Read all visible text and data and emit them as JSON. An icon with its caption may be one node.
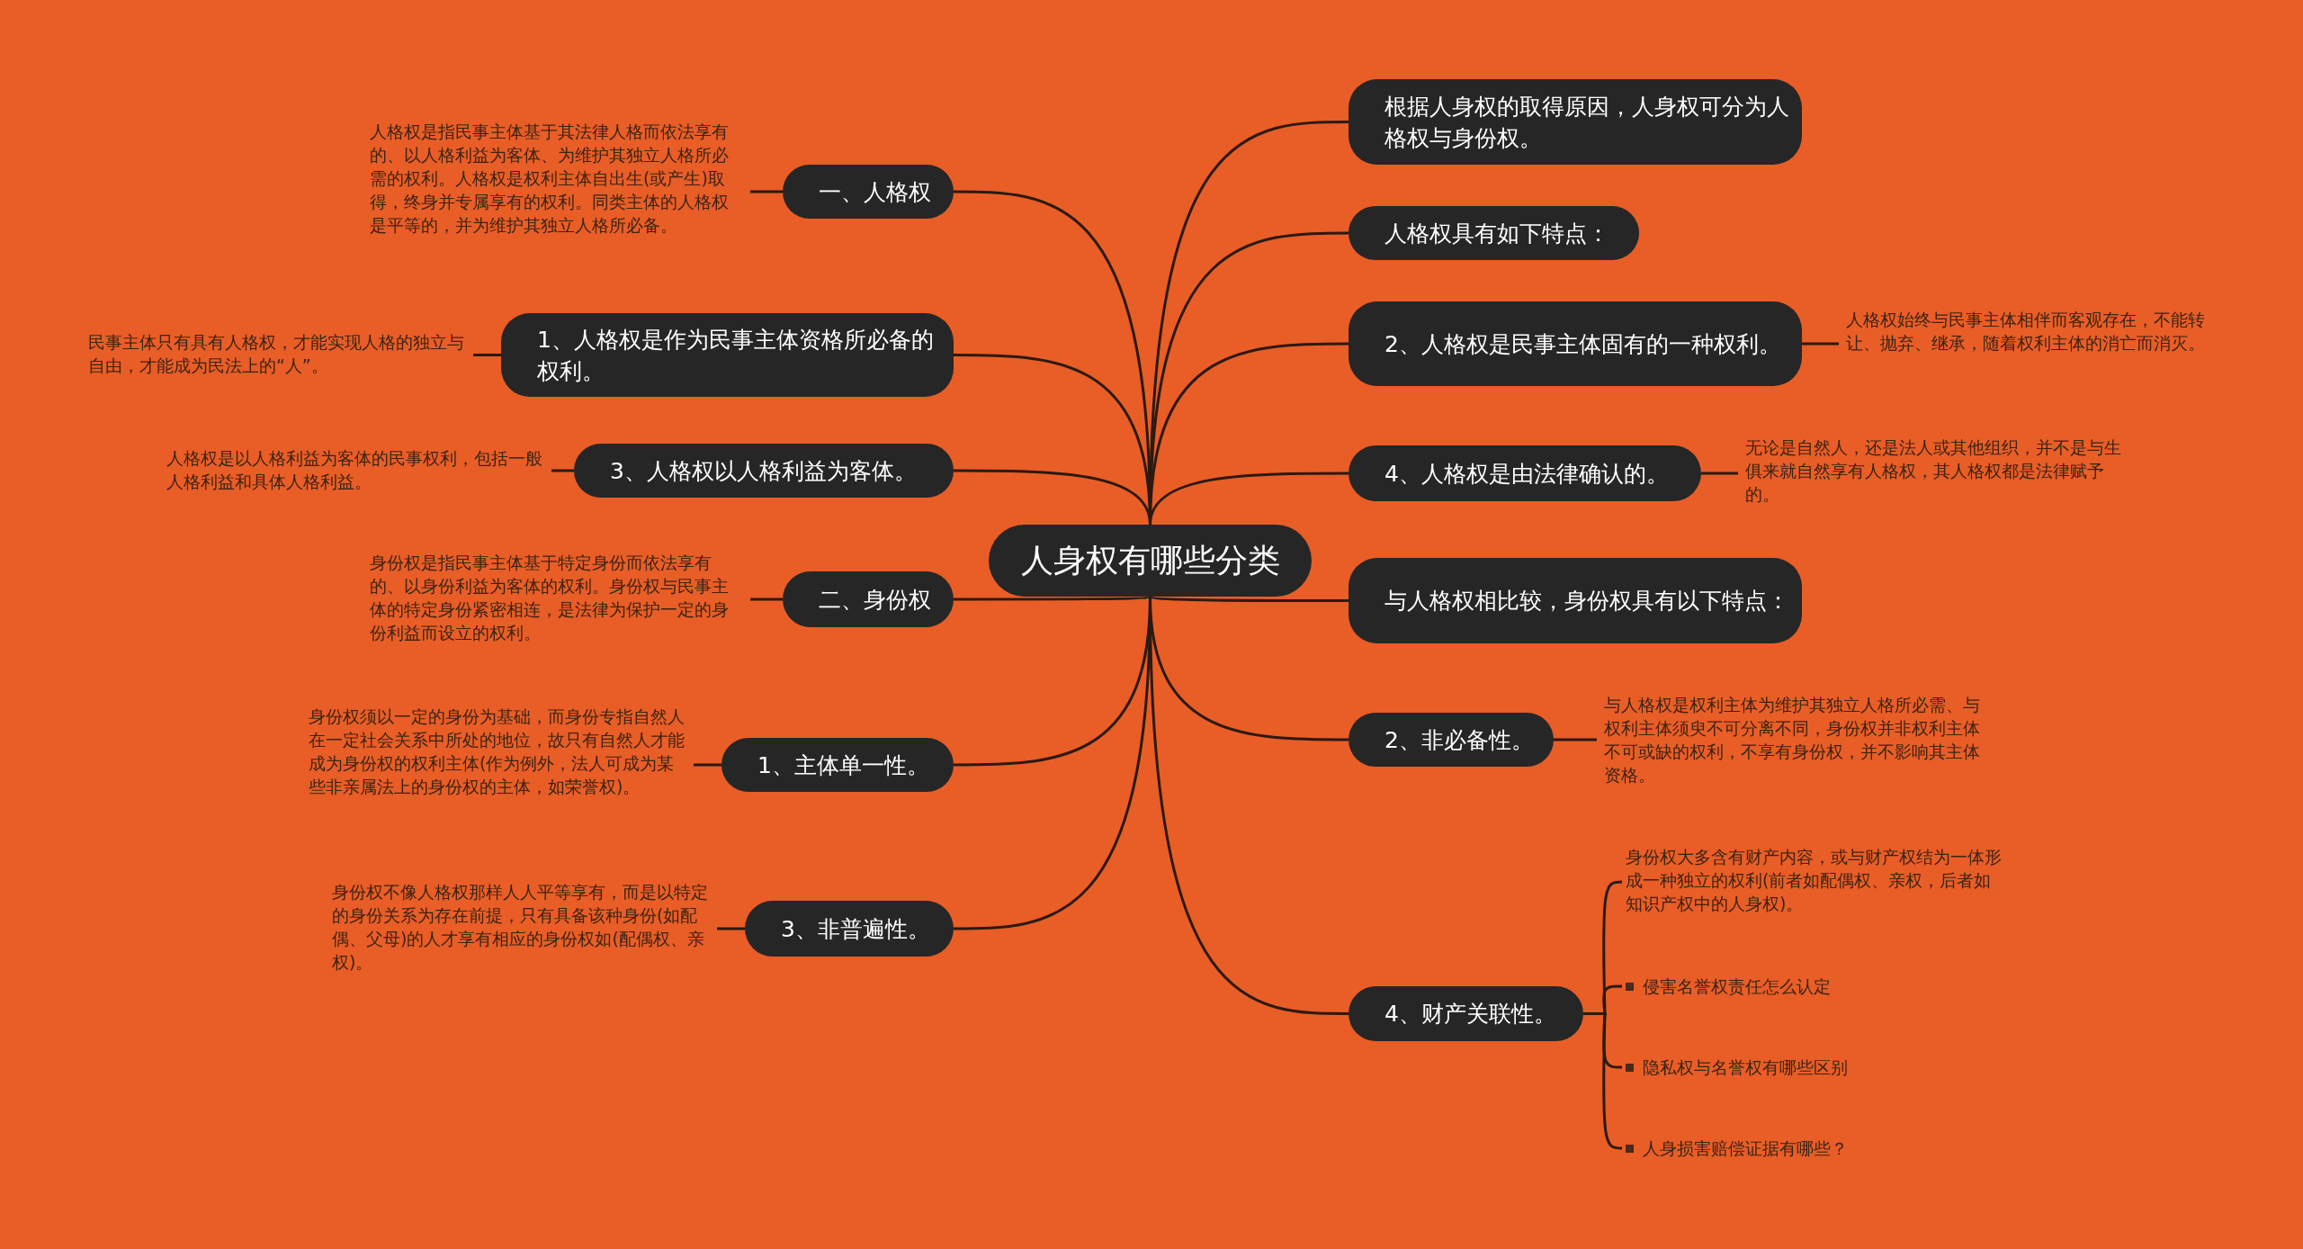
{
  "diagram": {
    "nodes": [
      {
        "text": [
          "人身权有哪些分类"
        ]
      },
      {
        "text": [
          "一、人格权"
        ]
      },
      {
        "text": [
          "人格权是指民事主体基于其法律人格而依法享有的、以人格利益为客体、为维护其独立人格所必需的权利。人格权是权利主体自出生(或产生)取得，终身并专属享有的权利。同类主体的人格权是平等的，并为维护其独立人格所必备。"
        ]
      },
      {
        "text": [
          "1、人格权是作为民事主体资格所必备的权利。"
        ]
      },
      {
        "text": [
          "民事主体只有具有人格权，才能实现人格的独立与自由，才能成为民法上的“人”。"
        ]
      },
      {
        "text": [
          "3、人格权以人格利益为客体。"
        ]
      },
      {
        "text": [
          "人格权是以人格利益为客体的民事权利，包括一般人格利益和具体人格利益。"
        ]
      },
      {
        "text": [
          "二、身份权"
        ]
      },
      {
        "text": [
          "身份权是指民事主体基于特定身份而依法享有的、以身份利益为客体的权利。身份权与民事主体的特定身份紧密相连，是法律为保护一定的身份利益而设立的权利。"
        ]
      },
      {
        "text": [
          "1、主体单一性。"
        ]
      },
      {
        "text": [
          "身份权须以一定的身份为基础，而身份专指自然人在一定社会关系中所处的地位，故只有自然人才能成为身份权的权利主体(作为例外，法人可成为某些非亲属法上的身份权的主体，如荣誉权)。"
        ]
      },
      {
        "text": [
          "3、非普遍性。"
        ]
      },
      {
        "text": [
          "身份权不像人格权那样人人平等享有，而是以特定的身份关系为存在前提，只有具备该种身份(如配偶、父母)的人才享有相应的身份权如(配偶权、亲权)。"
        ]
      },
      {
        "text": [
          "根据人身权的取得原因，人身权可分为人格权与身份权。"
        ]
      },
      {
        "text": [
          "人格权具有如下特点："
        ]
      },
      {
        "text": [
          "2、人格权是民事主体固有的一种权利。"
        ]
      },
      {
        "text": [
          "人格权始终与民事主体相伴而客观存在，不能转让、抛弃、继承，随着权利主体的消亡而消灭。"
        ]
      },
      {
        "text": [
          "4、人格权是由法律确认的。"
        ]
      },
      {
        "text": [
          "无论是自然人，还是法人或其他组织，并不是与生俱来就自然享有人格权，其人格权都是法律赋予的。"
        ]
      },
      {
        "text": [
          "与人格权相比较，身份权具有以下特点："
        ]
      },
      {
        "text": [
          "2、非必备性。"
        ]
      },
      {
        "text": [
          "与人格权是权利主体为维护其独立人格所必需、与权利主体须臾不可分离不同，身份权并非权利主体不可或缺的权利，不享有身份权，并不影响其主体资格。"
        ]
      },
      {
        "text": [
          "4、财产关联性。"
        ]
      },
      {
        "text": [
          "身份权大多含有财产内容，或与财产权结为一体形成一种独立的权利(前者如配偶权、亲权，后者如知识产权中的人身权)。"
        ]
      },
      {
        "text": [
          "侵害名誉权责任怎么认定"
        ]
      },
      {
        "text": [
          "隐私权与名誉权有哪些区别"
        ]
      },
      {
        "text": [
          "人身损害赔偿证据有哪些？"
        ]
      }
    ],
    "edges": [
      {
        "from": 0,
        "to": 1,
        "arrow": "none"
      },
      {
        "from": 1,
        "to": 2,
        "arrow": "none"
      },
      {
        "from": 0,
        "to": 3,
        "arrow": "none"
      },
      {
        "from": 3,
        "to": 4,
        "arrow": "none"
      },
      {
        "from": 0,
        "to": 5,
        "arrow": "none"
      },
      {
        "from": 5,
        "to": 6,
        "arrow": "none"
      },
      {
        "from": 0,
        "to": 7,
        "arrow": "none"
      },
      {
        "from": 7,
        "to": 8,
        "arrow": "none"
      },
      {
        "from": 0,
        "to": 9,
        "arrow": "none"
      },
      {
        "from": 9,
        "to": 10,
        "arrow": "none"
      },
      {
        "from": 0,
        "to": 11,
        "arrow": "none"
      },
      {
        "from": 11,
        "to": 12,
        "arrow": "none"
      },
      {
        "from": 0,
        "to": 13,
        "arrow": "none"
      },
      {
        "from": 0,
        "to": 14,
        "arrow": "none"
      },
      {
        "from": 0,
        "to": 15,
        "arrow": "none"
      },
      {
        "from": 15,
        "to": 16,
        "arrow": "none"
      },
      {
        "from": 0,
        "to": 17,
        "arrow": "none"
      },
      {
        "from": 17,
        "to": 18,
        "arrow": "none"
      },
      {
        "from": 0,
        "to": 19,
        "arrow": "none"
      },
      {
        "from": 0,
        "to": 20,
        "arrow": "none"
      },
      {
        "from": 20,
        "to": 21,
        "arrow": "none"
      },
      {
        "from": 0,
        "to": 22,
        "arrow": "none"
      },
      {
        "from": 22,
        "to": 23,
        "arrow": "none"
      },
      {
        "from": 22,
        "to": 24,
        "arrow": "none"
      },
      {
        "from": 22,
        "to": 25,
        "arrow": "none"
      },
      {
        "from": 22,
        "to": 26,
        "arrow": "none"
      }
    ]
  }
}
